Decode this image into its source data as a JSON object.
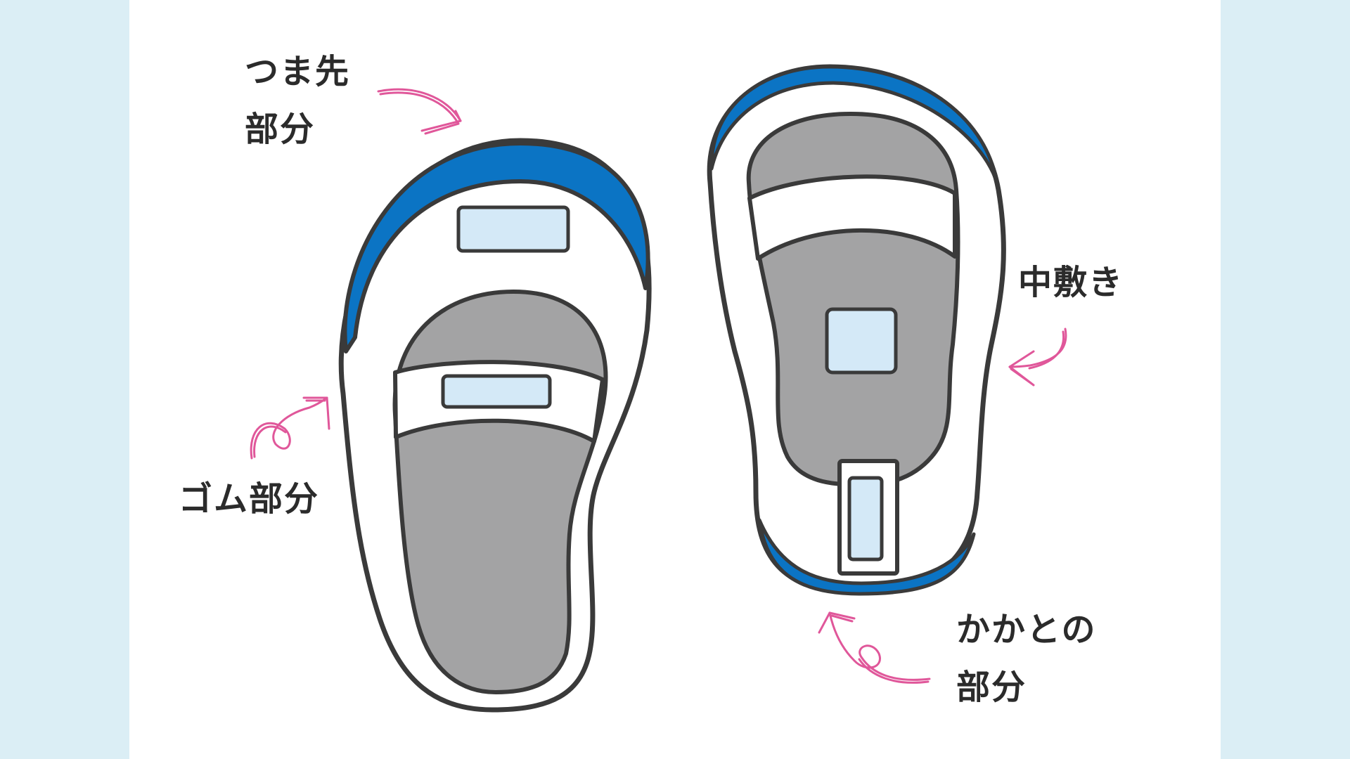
{
  "labels": {
    "toe_line1": "つま先",
    "toe_line2": "部分",
    "rubber": "ゴム部分",
    "insole": "中敷き",
    "heel_line1": "かかとの",
    "heel_line2": "部分"
  },
  "colors": {
    "background": "#dbeef5",
    "panel": "#ffffff",
    "blue_trim": "#0b74c4",
    "sole_gray": "#a3a3a4",
    "outline": "#3a3a3a",
    "name_tag": "#d4e9f7",
    "arrow_pink": "#e0579a"
  }
}
